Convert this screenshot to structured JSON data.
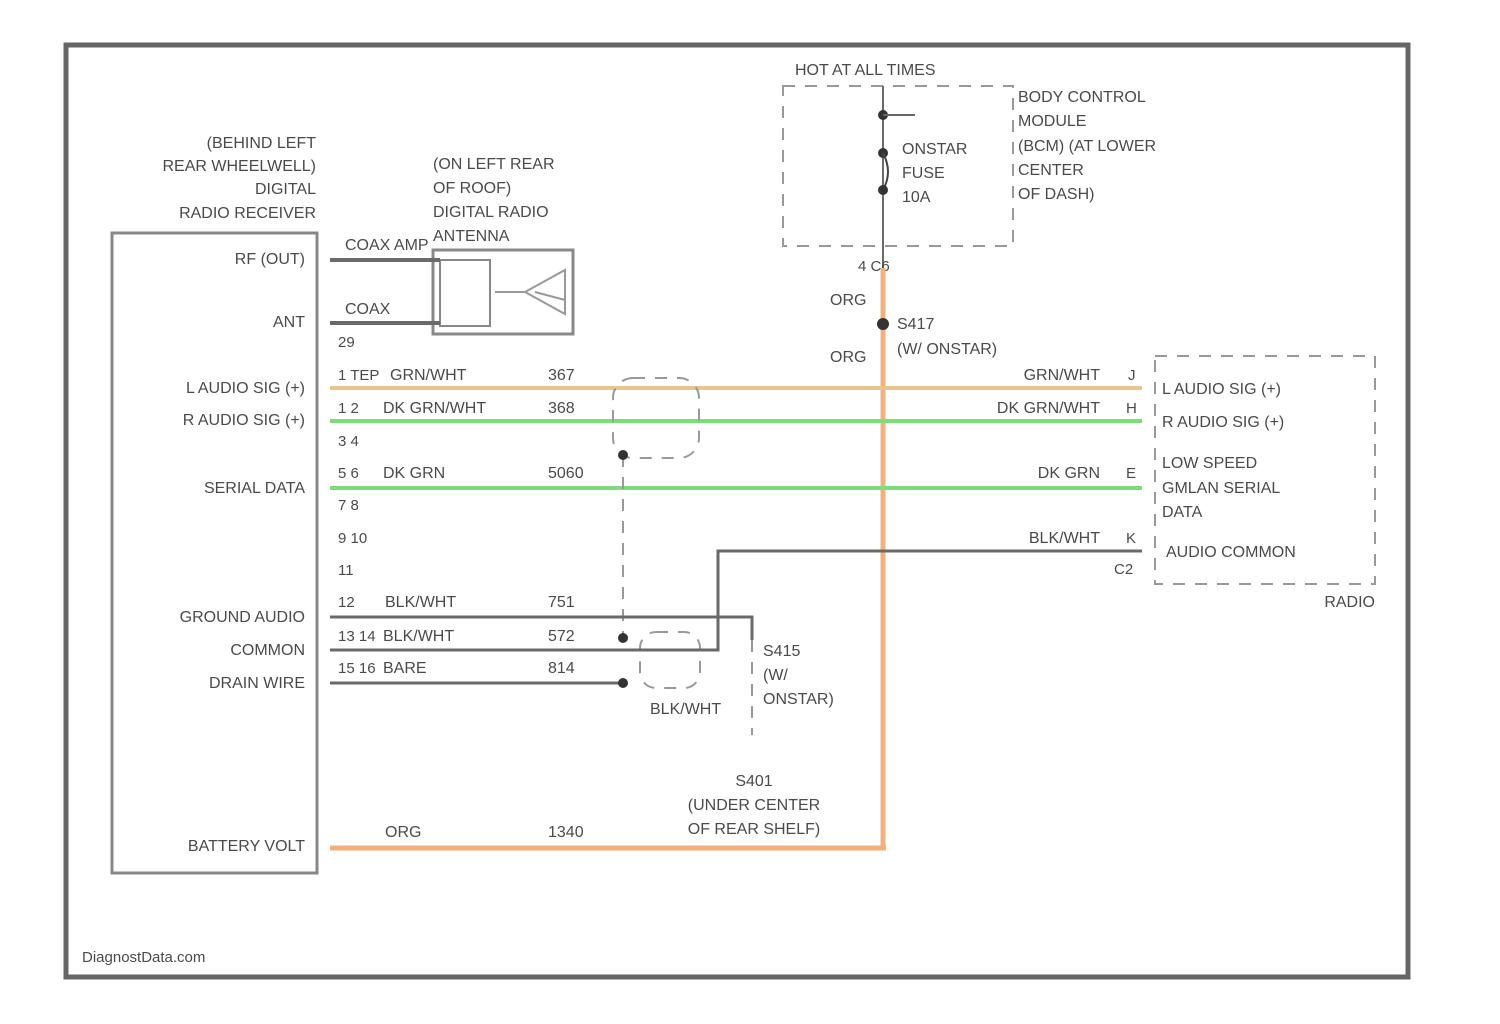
{
  "receiver": {
    "title": [
      "(BEHIND LEFT",
      "REAR WHEELWELL)",
      "DIGITAL",
      "RADIO RECEIVER"
    ],
    "pins": {
      "rf_out": "RF (OUT)",
      "ant": "ANT",
      "l_audio": "L AUDIO SIG (+)",
      "r_audio": "R AUDIO SIG (+)",
      "serial_data": "SERIAL DATA",
      "ground_audio": "GROUND AUDIO",
      "common": "COMMON",
      "drain_wire": "DRAIN WIRE",
      "battery_volt": "BATTERY VOLT"
    }
  },
  "antenna": {
    "title": [
      "(ON LEFT REAR",
      "OF ROOF)",
      "DIGITAL RADIO",
      "ANTENNA"
    ],
    "coax_amp": "COAX AMP",
    "coax": "COAX",
    "connector": "29"
  },
  "bcm": {
    "hot": "HOT AT ALL TIMES",
    "title": [
      "BODY CONTROL",
      "MODULE",
      "(BCM) (AT LOWER",
      "CENTER",
      "OF DASH)"
    ],
    "fuse": [
      "ONSTAR",
      "FUSE",
      "10A"
    ],
    "connector": "4  C6"
  },
  "splice_upper": {
    "color1": "ORG",
    "color2": "ORG",
    "name": "S417",
    "desc": "(W/ ONSTAR)"
  },
  "wires": {
    "l_audio": {
      "pins": "1 TEP",
      "color": "GRN/WHT",
      "circuit": "367",
      "right_color": "GRN/WHT",
      "right_pin": "J"
    },
    "r_audio": {
      "pins": "1 2",
      "color": "DK GRN/WHT",
      "circuit": "368",
      "right_color": "DK GRN/WHT",
      "right_pin": "H"
    },
    "pin_3_4": "3 4",
    "serial": {
      "pins": "5 6",
      "color": "DK GRN",
      "circuit": "5060",
      "right_color": "DK GRN",
      "right_pin": "E"
    },
    "pin_7_8": "7 8",
    "pin_9_10": "9 10",
    "pin_11": "11",
    "ground_audio": {
      "pins": "12",
      "color": "BLK/WHT",
      "circuit": "751"
    },
    "common": {
      "pins": "13 14",
      "color": "BLK/WHT",
      "circuit": "572"
    },
    "drain": {
      "pins": "15 16",
      "color": "BARE",
      "circuit": "814"
    },
    "audio_common_right": {
      "color": "BLK/WHT",
      "pin": "K",
      "conn": "C2"
    },
    "battery": {
      "color": "ORG",
      "circuit": "1340"
    }
  },
  "splice_lower": {
    "name": "S415",
    "desc": [
      "(W/",
      "ONSTAR)"
    ],
    "color": "BLK/WHT"
  },
  "splice_bottom": {
    "name": [
      "S401",
      "(UNDER CENTER",
      "OF REAR SHELF)"
    ]
  },
  "radio": {
    "pins": {
      "l_audio": "L AUDIO SIG (+)",
      "r_audio": "R AUDIO SIG (+)",
      "low_speed": [
        "LOW SPEED",
        "GMLAN SERIAL",
        "DATA"
      ],
      "audio_common": "AUDIO COMMON"
    },
    "label": "RADIO"
  },
  "footer": "DiagnostData.com"
}
